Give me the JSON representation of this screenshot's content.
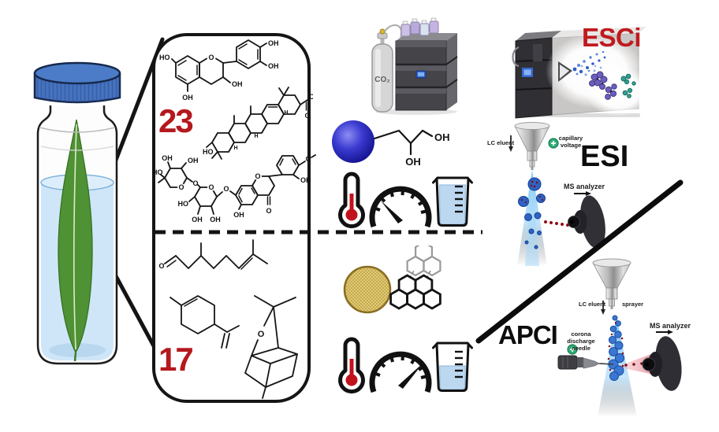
{
  "magnifier": {
    "top_count": "23",
    "bottom_count": "17"
  },
  "atoms": {
    "oh": "OH",
    "ho": "HO",
    "o": "O",
    "h": "H"
  },
  "equipment": {
    "co2_label": "CO₂"
  },
  "esci": {
    "label": "ESCi"
  },
  "esi": {
    "title": "ESI",
    "lc_eluent": "LC eluent",
    "capillary_voltage": "capillary voltage",
    "ms_analyzer": "MS analyzer"
  },
  "apci": {
    "title": "APCI",
    "lc_eluent": "LC eluent",
    "sprayer": "sprayer",
    "corona_needle": "corona discharge needle",
    "ms_analyzer": "MS analyzer"
  },
  "colors": {
    "accent_red": "#b5181d",
    "esci_red": "#bf1a1e",
    "cap_blue": "#4673bf",
    "leaf_green": "#4f9135",
    "liquid_blue": "#cfe6f8",
    "droplet_blue": "#2e63c4",
    "spray_blue": "#7ec1f2",
    "particle_tan": "#e7d27f",
    "sphere_blue": "#1a16b0",
    "plus_green": "#2fae76",
    "beam_red": "#d84855"
  }
}
